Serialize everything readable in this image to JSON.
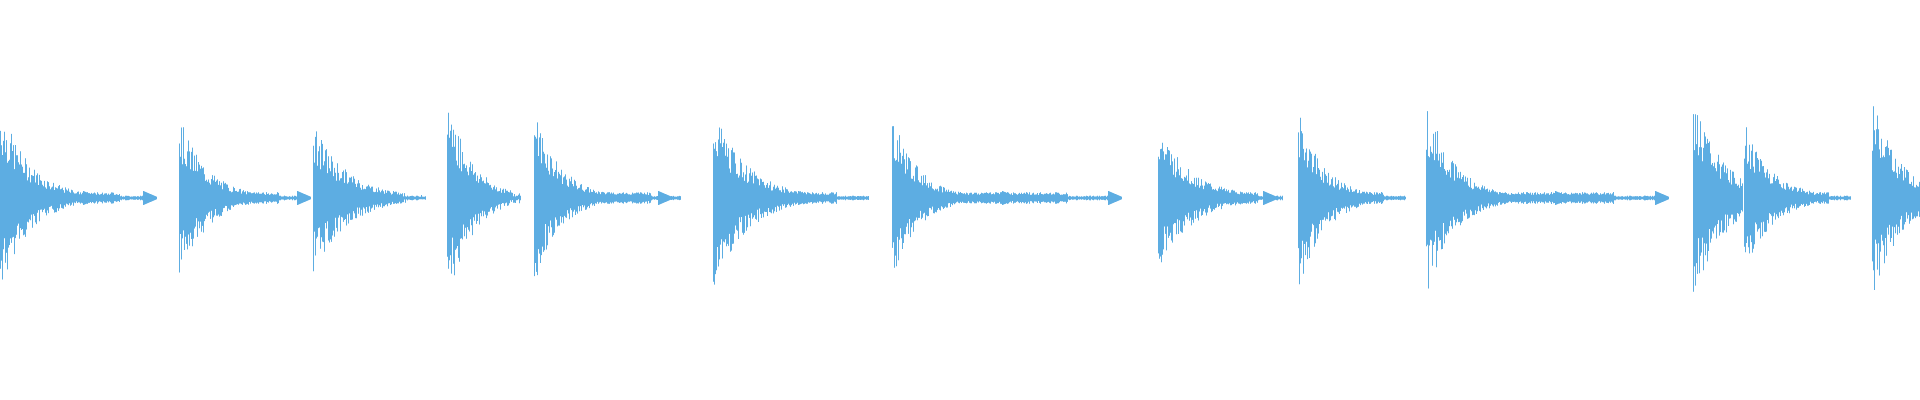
{
  "waveform": {
    "color": "#5dade2",
    "background": "#ffffff",
    "transients": [
      {
        "peak_up": 0.88,
        "peak_down": 0.88,
        "decay": 0.45,
        "ghosts": [
          0.55,
          0.95
        ]
      },
      {
        "peak_up": 0.77,
        "peak_down": 0.77,
        "decay": 0.4,
        "ghosts": [
          0.45,
          0.95
        ]
      },
      {
        "peak_up": 0.7,
        "peak_down": 0.72,
        "decay": 0.55,
        "ghosts": []
      },
      {
        "peak_up": 1.0,
        "peak_down": 1.0,
        "decay": 0.3,
        "ghosts": [
          0.45
        ]
      },
      {
        "peak_up": 0.83,
        "peak_down": 0.83,
        "decay": 0.35,
        "ghosts": [
          0.85
        ]
      },
      {
        "peak_up": 0.85,
        "peak_down": 0.85,
        "decay": 0.55,
        "ghosts": [
          0.55
        ]
      },
      {
        "peak_up": 0.79,
        "peak_down": 0.79,
        "decay": 0.35,
        "ghosts": [
          0.5,
          0.98
        ]
      },
      {
        "peak_up": 0.68,
        "peak_down": 0.69,
        "decay": 0.55,
        "ghosts": [
          0.85
        ]
      },
      {
        "peak_up": 0.82,
        "peak_down": 0.9,
        "decay": 0.35,
        "ghosts": []
      },
      {
        "peak_up": 0.94,
        "peak_down": 0.94,
        "decay": 0.4,
        "ghosts": [
          0.55,
          0.98
        ]
      },
      {
        "peak_up": 0.96,
        "peak_down": 0.98,
        "decay": 0.45,
        "ghosts": []
      },
      {
        "peak_up": 0.72,
        "peak_down": 0.72,
        "decay": 0.4,
        "ghosts": []
      },
      {
        "peak_up": 0.96,
        "peak_down": 0.96,
        "decay": 0.4,
        "ghosts": []
      }
    ]
  }
}
